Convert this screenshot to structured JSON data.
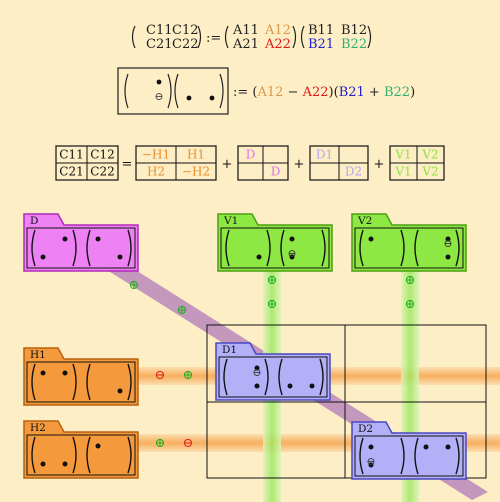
{
  "formula": {
    "lhs": [
      [
        "C11",
        "C12"
      ],
      [
        "C21",
        "C22"
      ]
    ],
    "assign": ":=",
    "a_matrix": [
      [
        {
          "t": "A11",
          "c": "#222222"
        },
        {
          "t": "A12",
          "c": "#d89a4a"
        }
      ],
      [
        {
          "t": "A21",
          "c": "#222222"
        },
        {
          "t": "A22",
          "c": "#e01818"
        }
      ]
    ],
    "b_matrix": [
      [
        {
          "t": "B11",
          "c": "#222222"
        },
        {
          "t": "B12",
          "c": "#222222"
        }
      ],
      [
        {
          "t": "B21",
          "c": "#2020d0"
        },
        {
          "t": "B22",
          "c": "#30b070"
        }
      ]
    ],
    "definition": [
      {
        "t": ":= (",
        "c": "#222222"
      },
      {
        "t": "A12",
        "c": "#d89a4a"
      },
      {
        "t": " − ",
        "c": "#222222"
      },
      {
        "t": "A22",
        "c": "#e01818"
      },
      {
        "t": ")(",
        "c": "#222222"
      },
      {
        "t": "B21",
        "c": "#2020d0"
      },
      {
        "t": " + ",
        "c": "#222222"
      },
      {
        "t": "B22",
        "c": "#30b070"
      },
      {
        "t": ")",
        "c": "#222222"
      }
    ]
  },
  "sum_row": {
    "c_labels": [
      "C11",
      "C12",
      "C21",
      "C22"
    ],
    "equals": "=",
    "plus": "+",
    "h_cells": [
      {
        "t": "−H1",
        "c": "#e8902e"
      },
      {
        "t": "H1",
        "c": "#e8902e"
      },
      {
        "t": "H2",
        "c": "#e8902e"
      },
      {
        "t": "−H2",
        "c": "#e8902e"
      }
    ],
    "d_cells": [
      {
        "t": "D",
        "c": "#e070e8"
      },
      {
        "t": "",
        "c": "#000000"
      },
      {
        "t": "",
        "c": "#000000"
      },
      {
        "t": "D",
        "c": "#e070e8"
      }
    ],
    "d12_cells": [
      {
        "t": "D1",
        "c": "#b0a8f0"
      },
      {
        "t": "",
        "c": "#000000"
      },
      {
        "t": "",
        "c": "#000000"
      },
      {
        "t": "D2",
        "c": "#b0a8f0"
      }
    ],
    "v_cells": [
      {
        "t": "V1",
        "c": "#90e040"
      },
      {
        "t": "V2",
        "c": "#90e040"
      },
      {
        "t": "V1",
        "c": "#90e040"
      },
      {
        "t": "V2",
        "c": "#90e040"
      }
    ]
  },
  "symbols": {
    "plus": "⊕",
    "minus": "⊖"
  },
  "products": [
    {
      "id": "D",
      "label": "D",
      "fill": "#ee82f5",
      "stroke": "#b02ab8",
      "dotsL": [
        "BL",
        "TR"
      ],
      "dotsR": [
        "TL",
        "BR"
      ]
    },
    {
      "id": "V1",
      "label": "V1",
      "fill": "#8ee843",
      "stroke": "#4aa012",
      "dotsL": [
        "BR"
      ],
      "dotsR": [
        "TL",
        "BL"
      ],
      "signR": "TL"
    },
    {
      "id": "V2",
      "label": "V2",
      "fill": "#8ee843",
      "stroke": "#4aa012",
      "dotsL": [
        "TL"
      ],
      "dotsR": [
        "TR",
        "BR"
      ],
      "signR": "BR"
    },
    {
      "id": "H1",
      "label": "H1",
      "fill": "#f59a3c",
      "stroke": "#b86010",
      "dotsL": [
        "TL",
        "TR"
      ],
      "dotsR": [
        "BR"
      ]
    },
    {
      "id": "D1",
      "label": "D1",
      "fill": "#b3b0f8",
      "stroke": "#4a48c0",
      "dotsL": [
        "TR",
        "BR"
      ],
      "dotsR": [
        "BL",
        "BR"
      ],
      "signL": "BR"
    },
    {
      "id": "H2",
      "label": "H2",
      "fill": "#f59a3c",
      "stroke": "#b86010",
      "dotsL": [
        "BL",
        "BR"
      ],
      "dotsR": [
        "TL"
      ]
    },
    {
      "id": "D2",
      "label": "D2",
      "fill": "#b3b0f8",
      "stroke": "#4a48c0",
      "dotsL": [
        "TL",
        "BL"
      ],
      "dotsR": [
        "TL",
        "TR"
      ],
      "signL": "TL"
    }
  ],
  "colors": {
    "background": "#fdeec6",
    "orange_band": "#f7b25e",
    "green_band": "#b8ec80",
    "purple_band": "#b07ab8",
    "minus_red": "#e02020",
    "plus_green": "#20b020"
  }
}
